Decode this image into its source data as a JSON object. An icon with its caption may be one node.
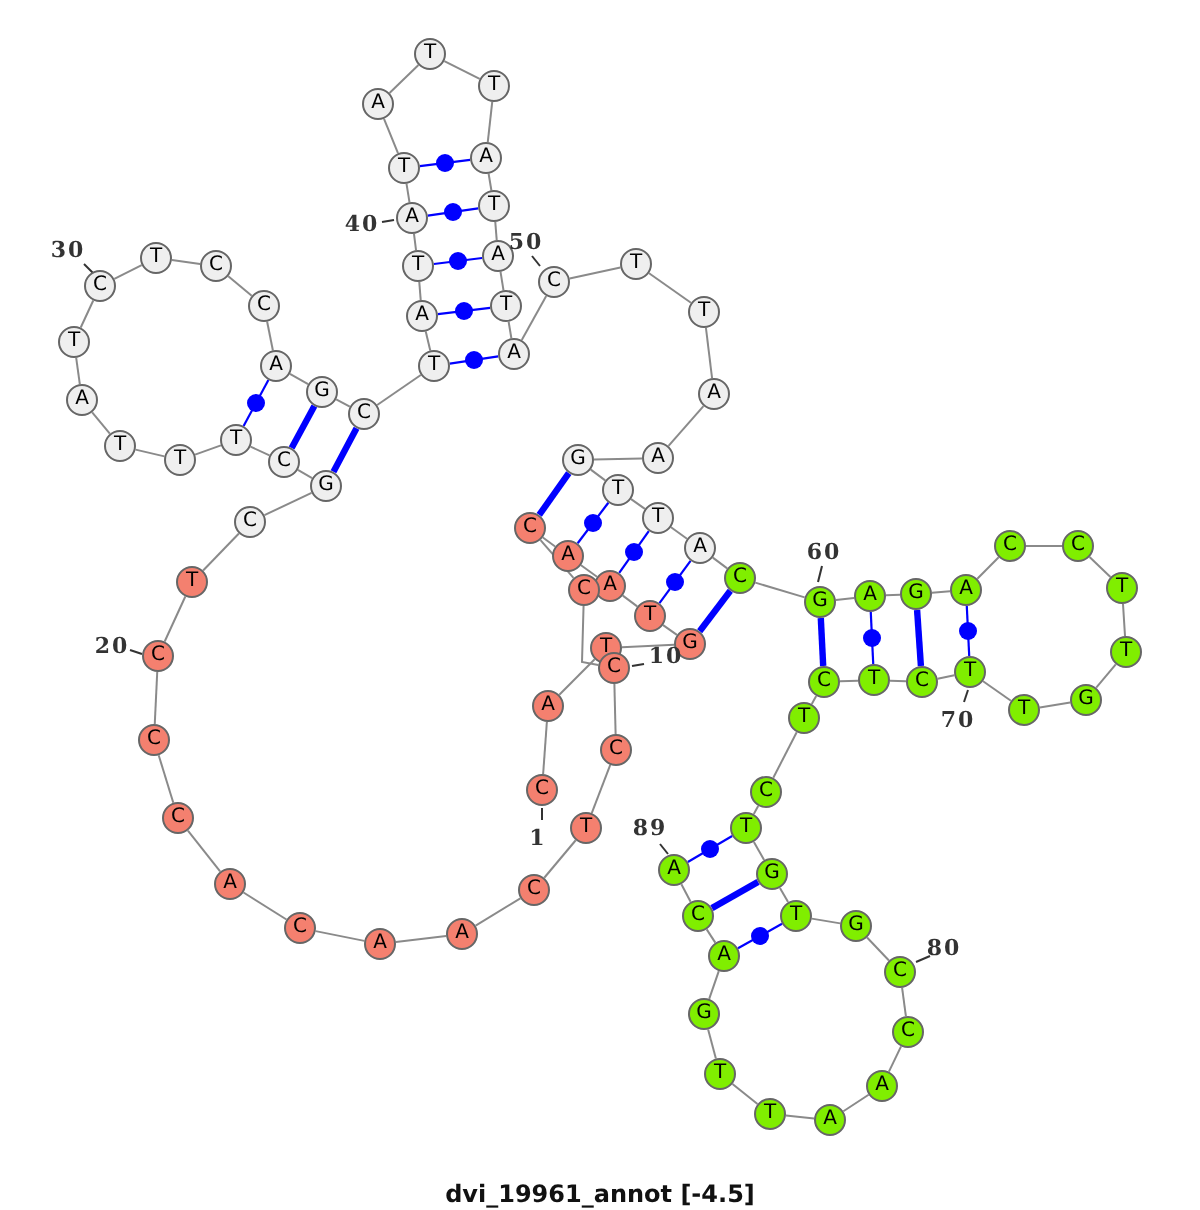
{
  "diagram": {
    "caption": "dvi_19961_annot [-4.5]",
    "nodes": [
      {
        "text": [
          "C"
        ]
      },
      {
        "text": [
          "A"
        ]
      },
      {
        "text": [
          "T"
        ]
      },
      {
        "text": [
          "G"
        ]
      },
      {
        "text": [
          "T"
        ]
      },
      {
        "text": [
          "A"
        ]
      },
      {
        "text": [
          "A"
        ]
      },
      {
        "text": [
          "C"
        ]
      },
      {
        "text": [
          "C"
        ]
      },
      {
        "text": [
          "C"
        ]
      },
      {
        "text": [
          "C"
        ]
      },
      {
        "text": [
          "T"
        ]
      },
      {
        "text": [
          "C"
        ]
      },
      {
        "text": [
          "A"
        ]
      },
      {
        "text": [
          "A"
        ]
      },
      {
        "text": [
          "C"
        ]
      },
      {
        "text": [
          "A"
        ]
      },
      {
        "text": [
          "C"
        ]
      },
      {
        "text": [
          "C"
        ]
      },
      {
        "text": [
          "C"
        ]
      },
      {
        "text": [
          "T"
        ]
      },
      {
        "text": [
          "C"
        ]
      },
      {
        "text": [
          "G"
        ]
      },
      {
        "text": [
          "C"
        ]
      },
      {
        "text": [
          "T"
        ]
      },
      {
        "text": [
          "T"
        ]
      },
      {
        "text": [
          "T"
        ]
      },
      {
        "text": [
          "A"
        ]
      },
      {
        "text": [
          "T"
        ]
      },
      {
        "text": [
          "C"
        ]
      },
      {
        "text": [
          "T"
        ]
      },
      {
        "text": [
          "C"
        ]
      },
      {
        "text": [
          "C"
        ]
      },
      {
        "text": [
          "A"
        ]
      },
      {
        "text": [
          "G"
        ]
      },
      {
        "text": [
          "C"
        ]
      },
      {
        "text": [
          "T"
        ]
      },
      {
        "text": [
          "A"
        ]
      },
      {
        "text": [
          "T"
        ]
      },
      {
        "text": [
          "A"
        ]
      },
      {
        "text": [
          "T"
        ]
      },
      {
        "text": [
          "A"
        ]
      },
      {
        "text": [
          "T"
        ]
      },
      {
        "text": [
          "T"
        ]
      },
      {
        "text": [
          "A"
        ]
      },
      {
        "text": [
          "T"
        ]
      },
      {
        "text": [
          "A"
        ]
      },
      {
        "text": [
          "T"
        ]
      },
      {
        "text": [
          "A"
        ]
      },
      {
        "text": [
          "C"
        ]
      },
      {
        "text": [
          "T"
        ]
      },
      {
        "text": [
          "T"
        ]
      },
      {
        "text": [
          "A"
        ]
      },
      {
        "text": [
          "A"
        ]
      },
      {
        "text": [
          "G"
        ]
      },
      {
        "text": [
          "T"
        ]
      },
      {
        "text": [
          "T"
        ]
      },
      {
        "text": [
          "A"
        ]
      },
      {
        "text": [
          "C"
        ]
      },
      {
        "text": [
          "G"
        ]
      },
      {
        "text": [
          "A"
        ]
      },
      {
        "text": [
          "G"
        ]
      },
      {
        "text": [
          "A"
        ]
      },
      {
        "text": [
          "C"
        ]
      },
      {
        "text": [
          "C"
        ]
      },
      {
        "text": [
          "T"
        ]
      },
      {
        "text": [
          "T"
        ]
      },
      {
        "text": [
          "G"
        ]
      },
      {
        "text": [
          "T"
        ]
      },
      {
        "text": [
          "T"
        ]
      },
      {
        "text": [
          "C"
        ]
      },
      {
        "text": [
          "T"
        ]
      },
      {
        "text": [
          "C"
        ]
      },
      {
        "text": [
          "T"
        ]
      },
      {
        "text": [
          "C"
        ]
      },
      {
        "text": [
          "T"
        ]
      },
      {
        "text": [
          "G"
        ]
      },
      {
        "text": [
          "T"
        ]
      },
      {
        "text": [
          "G"
        ]
      },
      {
        "text": [
          "C"
        ]
      },
      {
        "text": [
          "C"
        ]
      },
      {
        "text": [
          "A"
        ]
      },
      {
        "text": [
          "A"
        ]
      },
      {
        "text": [
          "T"
        ]
      },
      {
        "text": [
          "T"
        ]
      },
      {
        "text": [
          "G"
        ]
      },
      {
        "text": [
          "A"
        ]
      },
      {
        "text": [
          "C"
        ]
      },
      {
        "text": [
          "A"
        ]
      }
    ],
    "edges": [
      {
        "from": 0,
        "to": 1,
        "arrow": "none"
      },
      {
        "from": 1,
        "to": 2,
        "arrow": "none"
      },
      {
        "from": 2,
        "to": 3,
        "arrow": "none"
      },
      {
        "from": 3,
        "to": 4,
        "arrow": "none"
      },
      {
        "from": 4,
        "to": 5,
        "arrow": "none"
      },
      {
        "from": 5,
        "to": 6,
        "arrow": "none"
      },
      {
        "from": 6,
        "to": 7,
        "arrow": "none"
      },
      {
        "from": 7,
        "to": 8,
        "arrow": "none"
      },
      {
        "from": 8,
        "to": 9,
        "arrow": "none"
      },
      {
        "from": 9,
        "to": 10,
        "arrow": "none"
      },
      {
        "from": 10,
        "to": 11,
        "arrow": "none"
      },
      {
        "from": 11,
        "to": 12,
        "arrow": "none"
      },
      {
        "from": 12,
        "to": 13,
        "arrow": "none"
      },
      {
        "from": 13,
        "to": 14,
        "arrow": "none"
      },
      {
        "from": 14,
        "to": 15,
        "arrow": "none"
      },
      {
        "from": 15,
        "to": 16,
        "arrow": "none"
      },
      {
        "from": 16,
        "to": 17,
        "arrow": "none"
      },
      {
        "from": 17,
        "to": 18,
        "arrow": "none"
      },
      {
        "from": 18,
        "to": 19,
        "arrow": "none"
      },
      {
        "from": 19,
        "to": 20,
        "arrow": "none"
      },
      {
        "from": 20,
        "to": 21,
        "arrow": "none"
      },
      {
        "from": 21,
        "to": 22,
        "arrow": "none"
      },
      {
        "from": 22,
        "to": 23,
        "arrow": "none"
      },
      {
        "from": 23,
        "to": 24,
        "arrow": "none"
      },
      {
        "from": 24,
        "to": 25,
        "arrow": "none"
      },
      {
        "from": 25,
        "to": 26,
        "arrow": "none"
      },
      {
        "from": 26,
        "to": 27,
        "arrow": "none"
      },
      {
        "from": 27,
        "to": 28,
        "arrow": "none"
      },
      {
        "from": 28,
        "to": 29,
        "arrow": "none"
      },
      {
        "from": 29,
        "to": 30,
        "arrow": "none"
      },
      {
        "from": 30,
        "to": 31,
        "arrow": "none"
      },
      {
        "from": 31,
        "to": 32,
        "arrow": "none"
      },
      {
        "from": 32,
        "to": 33,
        "arrow": "none"
      },
      {
        "from": 33,
        "to": 34,
        "arrow": "none"
      },
      {
        "from": 34,
        "to": 35,
        "arrow": "none"
      },
      {
        "from": 35,
        "to": 36,
        "arrow": "none"
      },
      {
        "from": 36,
        "to": 37,
        "arrow": "none"
      },
      {
        "from": 37,
        "to": 38,
        "arrow": "none"
      },
      {
        "from": 38,
        "to": 39,
        "arrow": "none"
      },
      {
        "from": 39,
        "to": 40,
        "arrow": "none"
      },
      {
        "from": 40,
        "to": 41,
        "arrow": "none"
      },
      {
        "from": 41,
        "to": 42,
        "arrow": "none"
      },
      {
        "from": 42,
        "to": 43,
        "arrow": "none"
      },
      {
        "from": 43,
        "to": 44,
        "arrow": "none"
      },
      {
        "from": 44,
        "to": 45,
        "arrow": "none"
      },
      {
        "from": 45,
        "to": 46,
        "arrow": "none"
      },
      {
        "from": 46,
        "to": 47,
        "arrow": "none"
      },
      {
        "from": 47,
        "to": 48,
        "arrow": "none"
      },
      {
        "from": 48,
        "to": 49,
        "arrow": "none"
      },
      {
        "from": 49,
        "to": 50,
        "arrow": "none"
      },
      {
        "from": 50,
        "to": 51,
        "arrow": "none"
      },
      {
        "from": 51,
        "to": 52,
        "arrow": "none"
      },
      {
        "from": 52,
        "to": 53,
        "arrow": "none"
      },
      {
        "from": 53,
        "to": 54,
        "arrow": "none"
      },
      {
        "from": 54,
        "to": 55,
        "arrow": "none"
      },
      {
        "from": 55,
        "to": 56,
        "arrow": "none"
      },
      {
        "from": 56,
        "to": 57,
        "arrow": "none"
      },
      {
        "from": 57,
        "to": 58,
        "arrow": "none"
      },
      {
        "from": 58,
        "to": 59,
        "arrow": "none"
      },
      {
        "from": 59,
        "to": 60,
        "arrow": "none"
      },
      {
        "from": 60,
        "to": 61,
        "arrow": "none"
      },
      {
        "from": 61,
        "to": 62,
        "arrow": "none"
      },
      {
        "from": 62,
        "to": 63,
        "arrow": "none"
      },
      {
        "from": 63,
        "to": 64,
        "arrow": "none"
      },
      {
        "from": 64,
        "to": 65,
        "arrow": "none"
      },
      {
        "from": 65,
        "to": 66,
        "arrow": "none"
      },
      {
        "from": 66,
        "to": 67,
        "arrow": "none"
      },
      {
        "from": 67,
        "to": 68,
        "arrow": "none"
      },
      {
        "from": 68,
        "to": 69,
        "arrow": "none"
      },
      {
        "from": 69,
        "to": 70,
        "arrow": "none"
      },
      {
        "from": 70,
        "to": 71,
        "arrow": "none"
      },
      {
        "from": 71,
        "to": 72,
        "arrow": "none"
      },
      {
        "from": 72,
        "to": 73,
        "arrow": "none"
      },
      {
        "from": 73,
        "to": 74,
        "arrow": "none"
      },
      {
        "from": 74,
        "to": 75,
        "arrow": "none"
      },
      {
        "from": 75,
        "to": 76,
        "arrow": "none"
      },
      {
        "from": 76,
        "to": 77,
        "arrow": "none"
      },
      {
        "from": 77,
        "to": 78,
        "arrow": "none"
      },
      {
        "from": 78,
        "to": 79,
        "arrow": "none"
      },
      {
        "from": 79,
        "to": 80,
        "arrow": "none"
      },
      {
        "from": 80,
        "to": 81,
        "arrow": "none"
      },
      {
        "from": 81,
        "to": 82,
        "arrow": "none"
      },
      {
        "from": 82,
        "to": 83,
        "arrow": "none"
      },
      {
        "from": 83,
        "to": 84,
        "arrow": "none"
      },
      {
        "from": 84,
        "to": 85,
        "arrow": "none"
      },
      {
        "from": 85,
        "to": 86,
        "arrow": "none"
      },
      {
        "from": 86,
        "to": 87,
        "arrow": "none"
      },
      {
        "from": 87,
        "to": 88,
        "arrow": "none"
      },
      {
        "from": 24,
        "to": 33,
        "arrow": "none",
        "color": "#0000ff"
      },
      {
        "from": 23,
        "to": 34,
        "arrow": "none",
        "color": "#0000ff",
        "style": "thick"
      },
      {
        "from": 22,
        "to": 35,
        "arrow": "none",
        "color": "#0000ff",
        "style": "thick"
      },
      {
        "from": 36,
        "to": 48,
        "arrow": "none",
        "color": "#0000ff"
      },
      {
        "from": 37,
        "to": 47,
        "arrow": "none",
        "color": "#0000ff"
      },
      {
        "from": 38,
        "to": 46,
        "arrow": "none",
        "color": "#0000ff"
      },
      {
        "from": 39,
        "to": 45,
        "arrow": "none",
        "color": "#0000ff"
      },
      {
        "from": 40,
        "to": 44,
        "arrow": "none",
        "color": "#0000ff"
      },
      {
        "from": 7,
        "to": 54,
        "arrow": "none",
        "color": "#0000ff",
        "style": "thick"
      },
      {
        "from": 6,
        "to": 55,
        "arrow": "none",
        "color": "#0000ff"
      },
      {
        "from": 5,
        "to": 56,
        "arrow": "none",
        "color": "#0000ff"
      },
      {
        "from": 4,
        "to": 57,
        "arrow": "none",
        "color": "#0000ff"
      },
      {
        "from": 3,
        "to": 58,
        "arrow": "none",
        "color": "#0000ff",
        "style": "thick"
      },
      {
        "from": 59,
        "to": 72,
        "arrow": "none",
        "color": "#0000ff",
        "style": "thick"
      },
      {
        "from": 60,
        "to": 71,
        "arrow": "none",
        "color": "#0000ff"
      },
      {
        "from": 61,
        "to": 70,
        "arrow": "none",
        "color": "#0000ff",
        "style": "thick"
      },
      {
        "from": 62,
        "to": 69,
        "arrow": "none",
        "color": "#0000ff"
      },
      {
        "from": 75,
        "to": 88,
        "arrow": "none",
        "color": "#0000ff"
      },
      {
        "from": 76,
        "to": 87,
        "arrow": "none",
        "color": "#0000ff",
        "style": "thick"
      },
      {
        "from": 77,
        "to": 86,
        "arrow": "none",
        "color": "#0000ff"
      }
    ],
    "labels": [
      "30",
      "40",
      "50",
      "20",
      "60",
      "10",
      "70",
      "1",
      "89",
      "80"
    ]
  }
}
